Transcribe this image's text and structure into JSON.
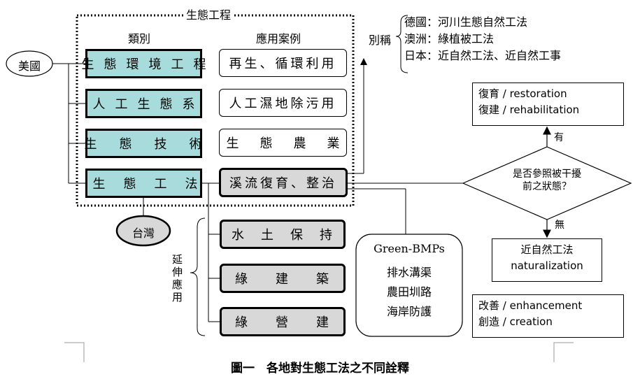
{
  "diagram": {
    "group_title": "生態工程",
    "col_category": "類別",
    "col_application": "應用案例",
    "usa": "美國",
    "taiwan": "台灣",
    "categories": [
      "生態環境工程",
      "人工生態系",
      "生態技術",
      "生態工法"
    ],
    "applications": [
      "再生、循環利用",
      "人工濕地除污用",
      "生態農業",
      "溪流復育、整治"
    ],
    "extended_label": "延伸應用",
    "extended": [
      "水土保持",
      "綠建築",
      "綠營建"
    ],
    "alias_label": "別稱",
    "aliases": [
      "德國：河川生態自然工法",
      "澳洲：綠植被工法",
      "日本：近自然工法、近自然工事"
    ],
    "bmp": {
      "title": "Green-BMPs",
      "items": [
        "排水溝渠",
        "農田圳路",
        "海岸防護"
      ]
    },
    "restore": [
      "復育 / restoration",
      "復建 / rehabilitation"
    ],
    "decision": [
      "是否參照被干擾",
      "前之狀態？"
    ],
    "yes": "有",
    "no": "無",
    "natural": [
      "近自然工法",
      "naturalization"
    ],
    "enhance": [
      "改善 / enhancement",
      "創造 / creation"
    ],
    "caption": "圖一　各地對生態工法之不同詮釋"
  }
}
